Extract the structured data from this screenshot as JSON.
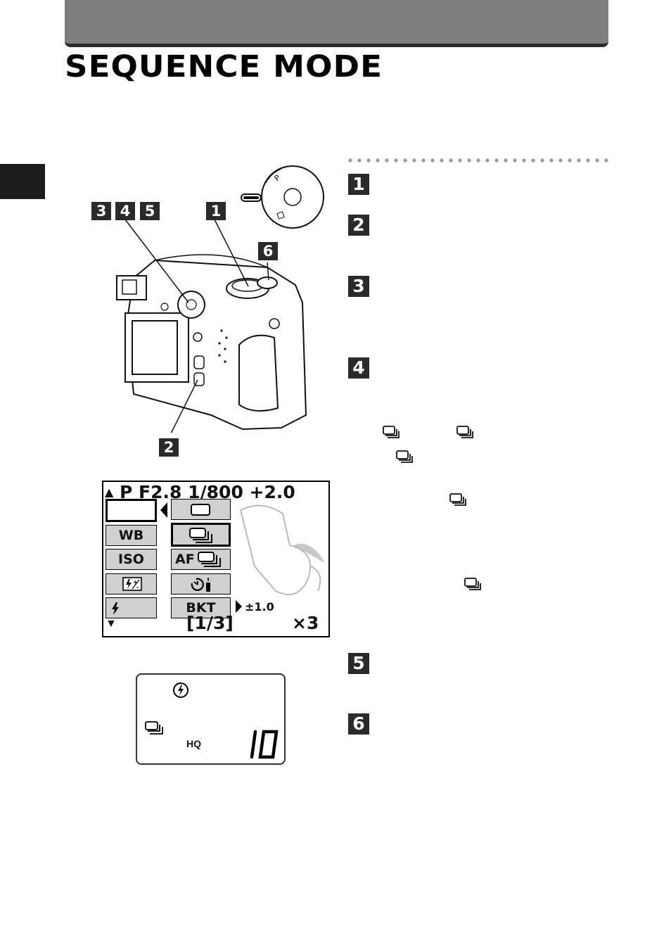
{
  "page": {
    "title": "SEQUENCE MODE"
  },
  "steps": [
    "1",
    "2",
    "3",
    "4",
    "5",
    "6"
  ],
  "callouts": {
    "label_3": "3",
    "label_4": "4",
    "label_5": "5",
    "label_1": "1",
    "label_6": "6",
    "label_2": "2"
  },
  "lcd_menu": {
    "top_line": "P F2.8  1/800 +2.0",
    "left_items": [
      "",
      "WB",
      "ISO",
      "",
      ""
    ],
    "right_items": [
      "",
      "",
      "AF",
      "",
      "BKT"
    ],
    "bracket_value": "±1.0",
    "page_indicator": "[1/3]",
    "multiplier": "×3"
  },
  "control_panel": {
    "quality": "HQ",
    "count": "10"
  },
  "icons": {
    "sequence": "sequence-icon",
    "flash_off": "flash-off-icon",
    "flash": "flash-icon",
    "flash_compensation": "flash-compensation-icon",
    "self_timer_remote": "self-timer-remote-icon",
    "single_frame": "single-frame-icon"
  }
}
